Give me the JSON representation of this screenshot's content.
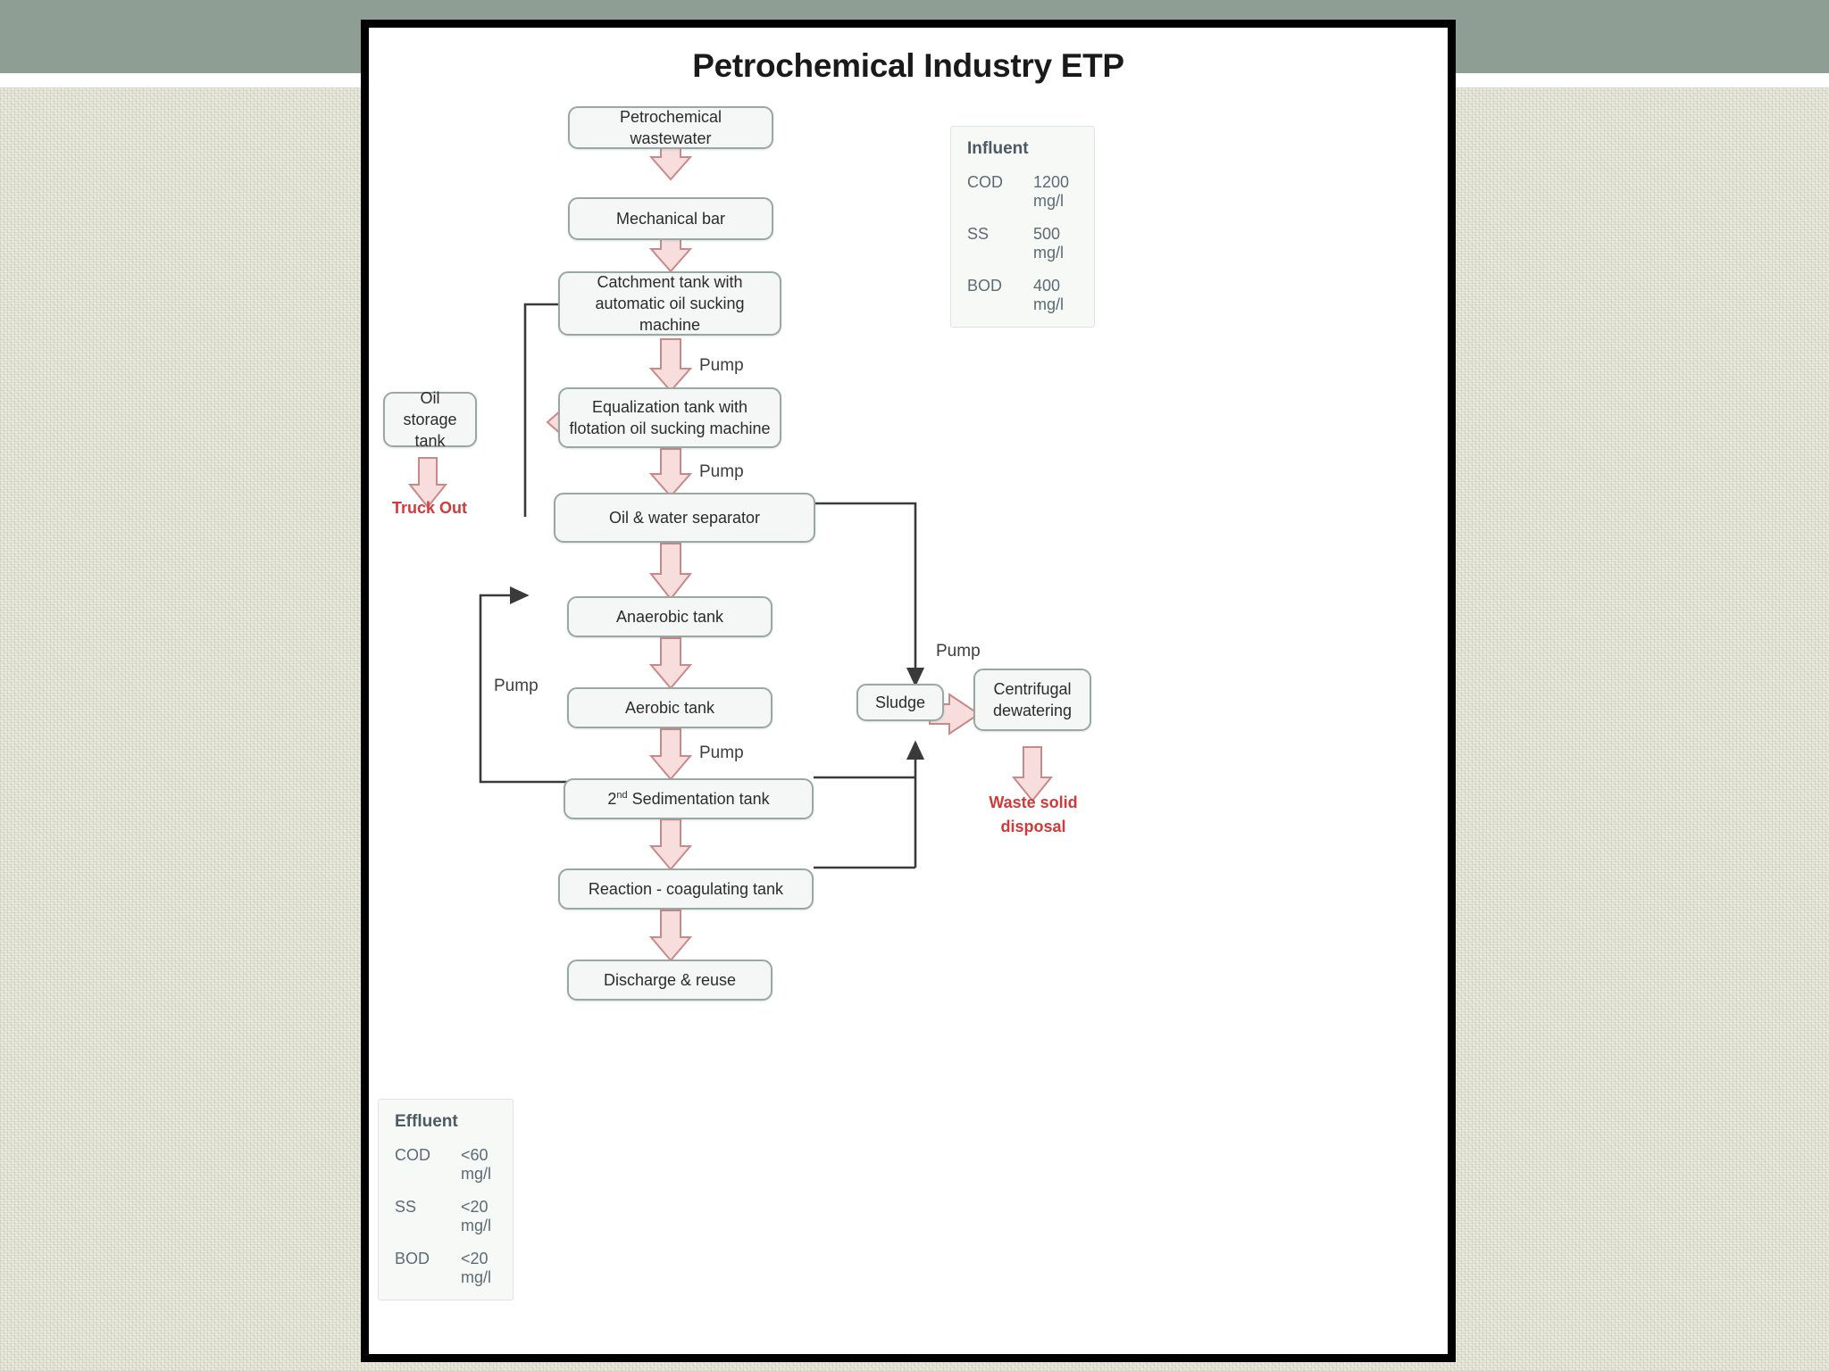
{
  "slide": {
    "title": "Petrochemical Industry ETP"
  },
  "flow": {
    "nodes": [
      {
        "id": "wastewater",
        "label": "Petrochemical wastewater"
      },
      {
        "id": "mech-bar",
        "label": "Mechanical bar"
      },
      {
        "id": "catchment",
        "label": "Catchment tank with automatic oil sucking machine"
      },
      {
        "id": "equalization",
        "label": "Equalization tank with flotation oil sucking machine"
      },
      {
        "id": "oil-storage",
        "label": "Oil storage tank"
      },
      {
        "id": "separator",
        "label": "Oil & water separator"
      },
      {
        "id": "anaerobic",
        "label": "Anaerobic tank"
      },
      {
        "id": "aerobic",
        "label": "Aerobic tank"
      },
      {
        "id": "sed-tank",
        "label_prefix": "2",
        "label_sup": "nd",
        "label_suffix": " Sedimentation tank"
      },
      {
        "id": "reaction",
        "label": "Reaction - coagulating tank"
      },
      {
        "id": "discharge",
        "label": "Discharge & reuse"
      },
      {
        "id": "sludge",
        "label": "Sludge"
      },
      {
        "id": "centrifugal",
        "label": "Centrifugal dewatering"
      }
    ],
    "endpoints": [
      {
        "id": "truck-out",
        "label": "Truck Out"
      },
      {
        "id": "waste-solid",
        "label": "Waste solid disposal"
      }
    ],
    "edge_labels": {
      "pump_catchment_to_equalization": "Pump",
      "pump_equalization_to_separator": "Pump",
      "pump_recycle": "Pump",
      "pump_aerobic_to_sed": "Pump",
      "pump_sludge_to_centrifugal": "Pump"
    }
  },
  "influent": {
    "title": "Influent",
    "rows": [
      {
        "key": "COD",
        "value": "1200 mg/l"
      },
      {
        "key": "SS",
        "value": "500  mg/l"
      },
      {
        "key": "BOD",
        "value": "400  mg/l"
      }
    ]
  },
  "effluent": {
    "title": "Effluent",
    "rows": [
      {
        "key": "COD",
        "value": "<60 mg/l"
      },
      {
        "key": "SS",
        "value": "<20 mg/l"
      },
      {
        "key": "BOD",
        "value": "<20 mg/l"
      }
    ]
  },
  "colors": {
    "arrow_fill": "#f7dedd",
    "arrow_stroke": "#c9888a",
    "box_border": "#9aa8a4",
    "box_fill": "#f4f7f5",
    "connector": "#3a3a3a",
    "accent_red": "#d03a3a",
    "band": "#8e9e94",
    "page_texture": "#e4e5d5"
  }
}
